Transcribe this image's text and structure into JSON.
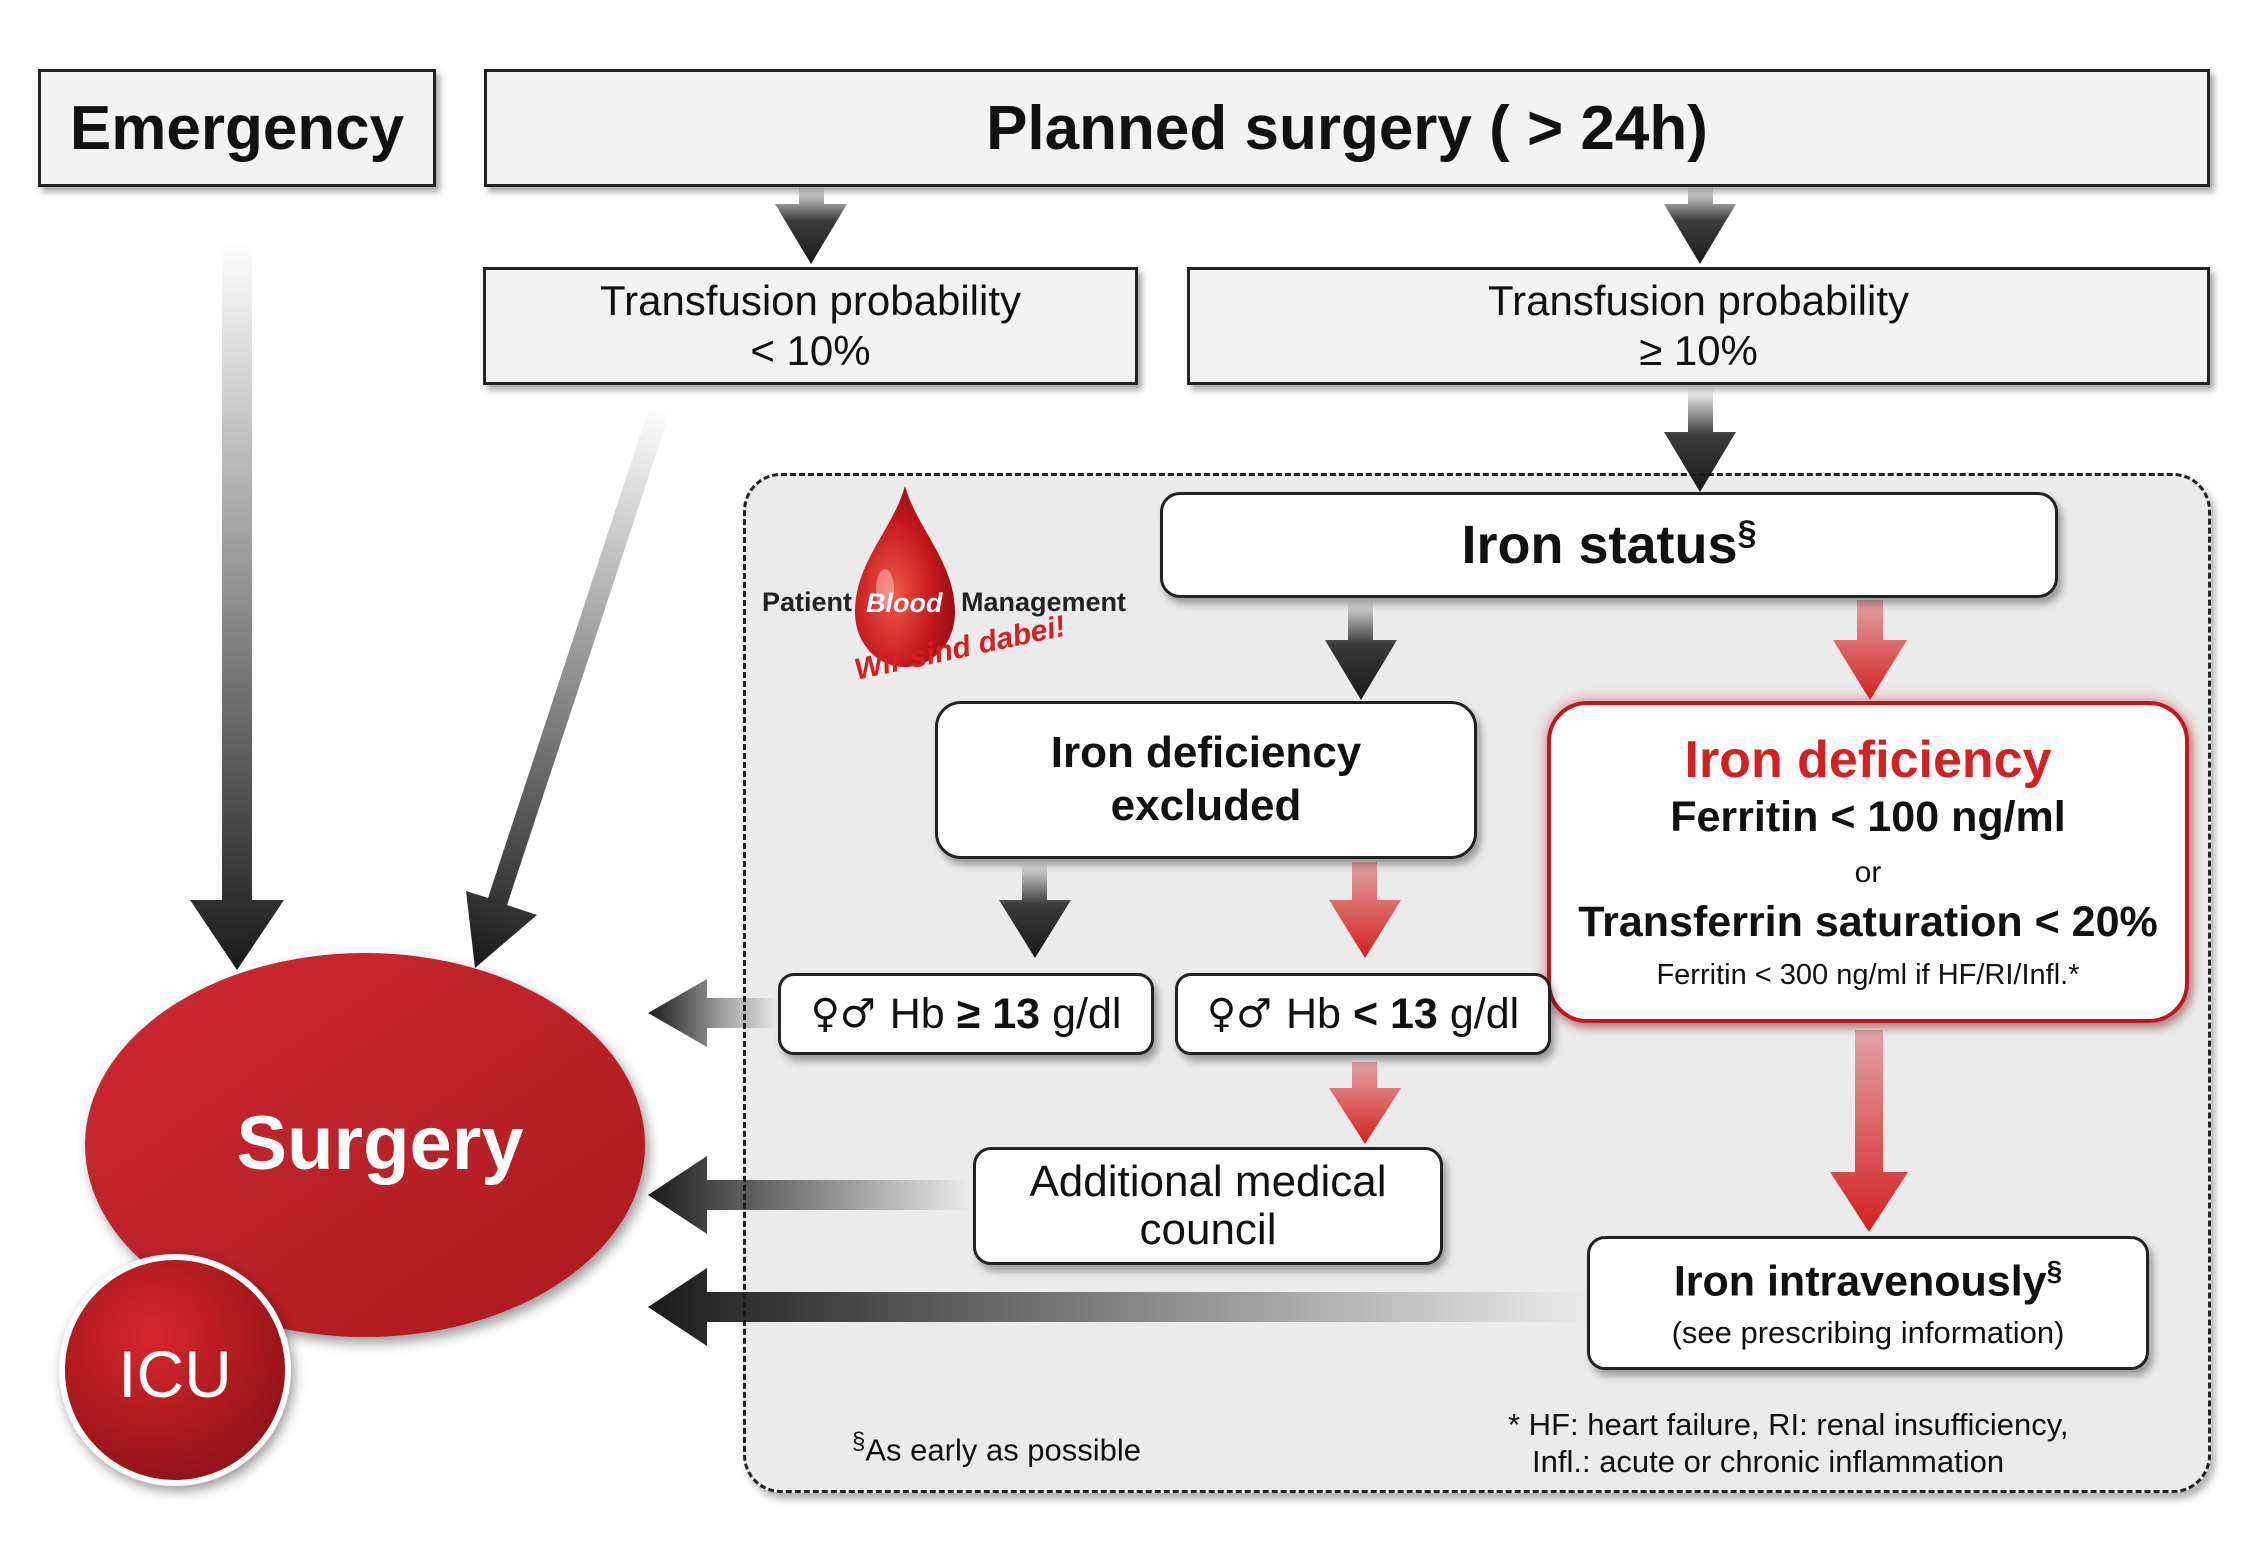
{
  "boxes": {
    "emergency": "Emergency",
    "planned_surgery": "Planned surgery ( > 24h)",
    "transfusion_low": {
      "line1": "Transfusion probability",
      "line2": "< 10%"
    },
    "transfusion_high": {
      "line1": "Transfusion probability",
      "line2": "≥ 10%"
    },
    "iron_status": {
      "text": "Iron status",
      "mark": "§"
    },
    "iron_def_excluded": {
      "line1": "Iron deficiency",
      "line2": "excluded"
    },
    "iron_deficiency": {
      "title": "Iron deficiency",
      "ferritin": "Ferritin < 100 ng/ml",
      "or": "or",
      "transferrin": "Transferrin saturation < 20%",
      "ferritin_note": "Ferritin < 300 ng/ml if HF/RI/Infl.*"
    },
    "hb_high": {
      "symbols": "♀♂",
      "hb": "Hb",
      "comparator": "≥ 13",
      "unit": "g/dl"
    },
    "hb_low": {
      "symbols": "♀♂",
      "hb": "Hb",
      "comparator": "< 13",
      "unit": "g/dl"
    },
    "additional_council": {
      "line1": "Additional medical",
      "line2": "council"
    },
    "iron_iv": {
      "title": "Iron intravenously",
      "mark": "§",
      "note": "(see prescribing information)"
    }
  },
  "surgery_label": "Surgery",
  "icu_label": "ICU",
  "logo": {
    "patient": "Patient",
    "blood": "Blood",
    "management": "Management",
    "slogan": "Wir sind dabei!"
  },
  "footnotes": {
    "early_mark": "§",
    "early_text": "As early as possible",
    "abbrev_line1": "* HF: heart failure, RI: renal insufficiency,",
    "abbrev_line2": "Infl.: acute or chronic inflammation"
  },
  "colors": {
    "red": "#d42020",
    "dark_red": "#b51d22",
    "black_arrow": "#1a1a1a",
    "panel_bg": "#ebebeb"
  }
}
